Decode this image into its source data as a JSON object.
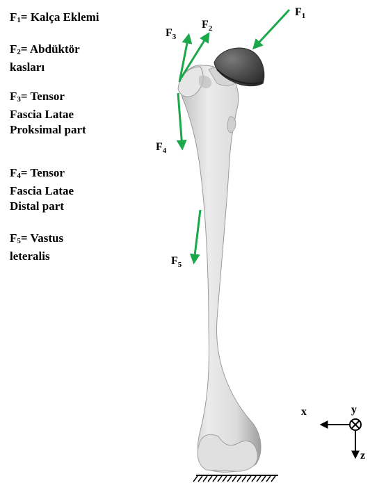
{
  "legend": [
    {
      "symbol": "F",
      "sub": "1",
      "eq": "=",
      "text": "Kalça Eklemi"
    },
    {
      "symbol": "F",
      "sub": "2",
      "eq": "=",
      "text": "Abdüktör\nkasları"
    },
    {
      "symbol": "F",
      "sub": "3",
      "eq": "=",
      "text": "Tensor\nFascia Latae\nProksimal part"
    },
    {
      "symbol": "F",
      "sub": "4",
      "eq": "=",
      "text": "Tensor\nFascia Latae\nDistal part"
    },
    {
      "symbol": "F",
      "sub": "5",
      "eq": "=",
      "text": "Vastus\nleteralis"
    }
  ],
  "force_labels": [
    {
      "symbol": "F",
      "sub": "1"
    },
    {
      "symbol": "F",
      "sub": "2"
    },
    {
      "symbol": "F",
      "sub": "3"
    },
    {
      "symbol": "F",
      "sub": "4"
    },
    {
      "symbol": "F",
      "sub": "5"
    }
  ],
  "axes": {
    "x": "x",
    "y": "y",
    "z": "z"
  },
  "colors": {
    "force_arrow": "#1aa84a",
    "bone_fill": "#d9d9d9",
    "bone_shadow": "#a9a9a9",
    "femoral_head": "#4a4a4a",
    "text": "#000000"
  }
}
